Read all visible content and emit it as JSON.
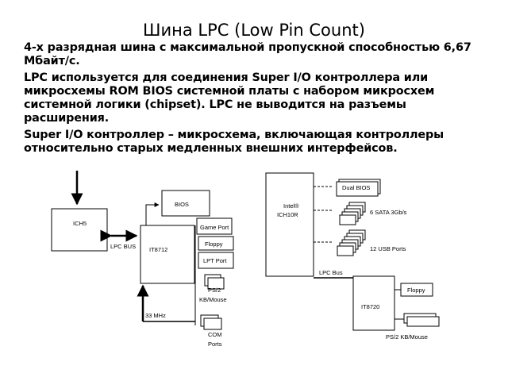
{
  "title": "Шина LPC (Low Pin Count)",
  "paragraphs": [
    "4-х разрядная шина с максимальной пропускной способностью 6,67 Мбайт/с.",
    "LPC используется для соединения Super I/O контроллера или микросхемы ROM BIOS системной платы с набором микросхем системной логики (chipset). LPC не выводится на разъемы расширения.",
    "Super I/O контроллер – микросхема, включающая контроллеры относительно старых медленных внешних интерфейсов."
  ],
  "left_diagram": {
    "ich": "ICH5",
    "bus": "LPC BUS",
    "sio": "IT8712",
    "bios": "BIOS",
    "game": "Game Port",
    "floppy": "Floppy",
    "lpt": "LPT Port",
    "ps2_1": "PS/2",
    "ps2_2": "KB/Mouse",
    "clock": "33 MHz",
    "com_1": "COM",
    "com_2": "Ports"
  },
  "right_diagram": {
    "ich_1": "Intel®",
    "ich_2": "ICH10R",
    "dual_bios": "Dual BIOS",
    "sata": "6 SATA 3Gb/s",
    "usb": "12 USB Ports",
    "bus": "LPC Bus",
    "sio": "IT8720",
    "floppy": "Floppy",
    "ps2": "PS/2 KB/Mouse"
  }
}
